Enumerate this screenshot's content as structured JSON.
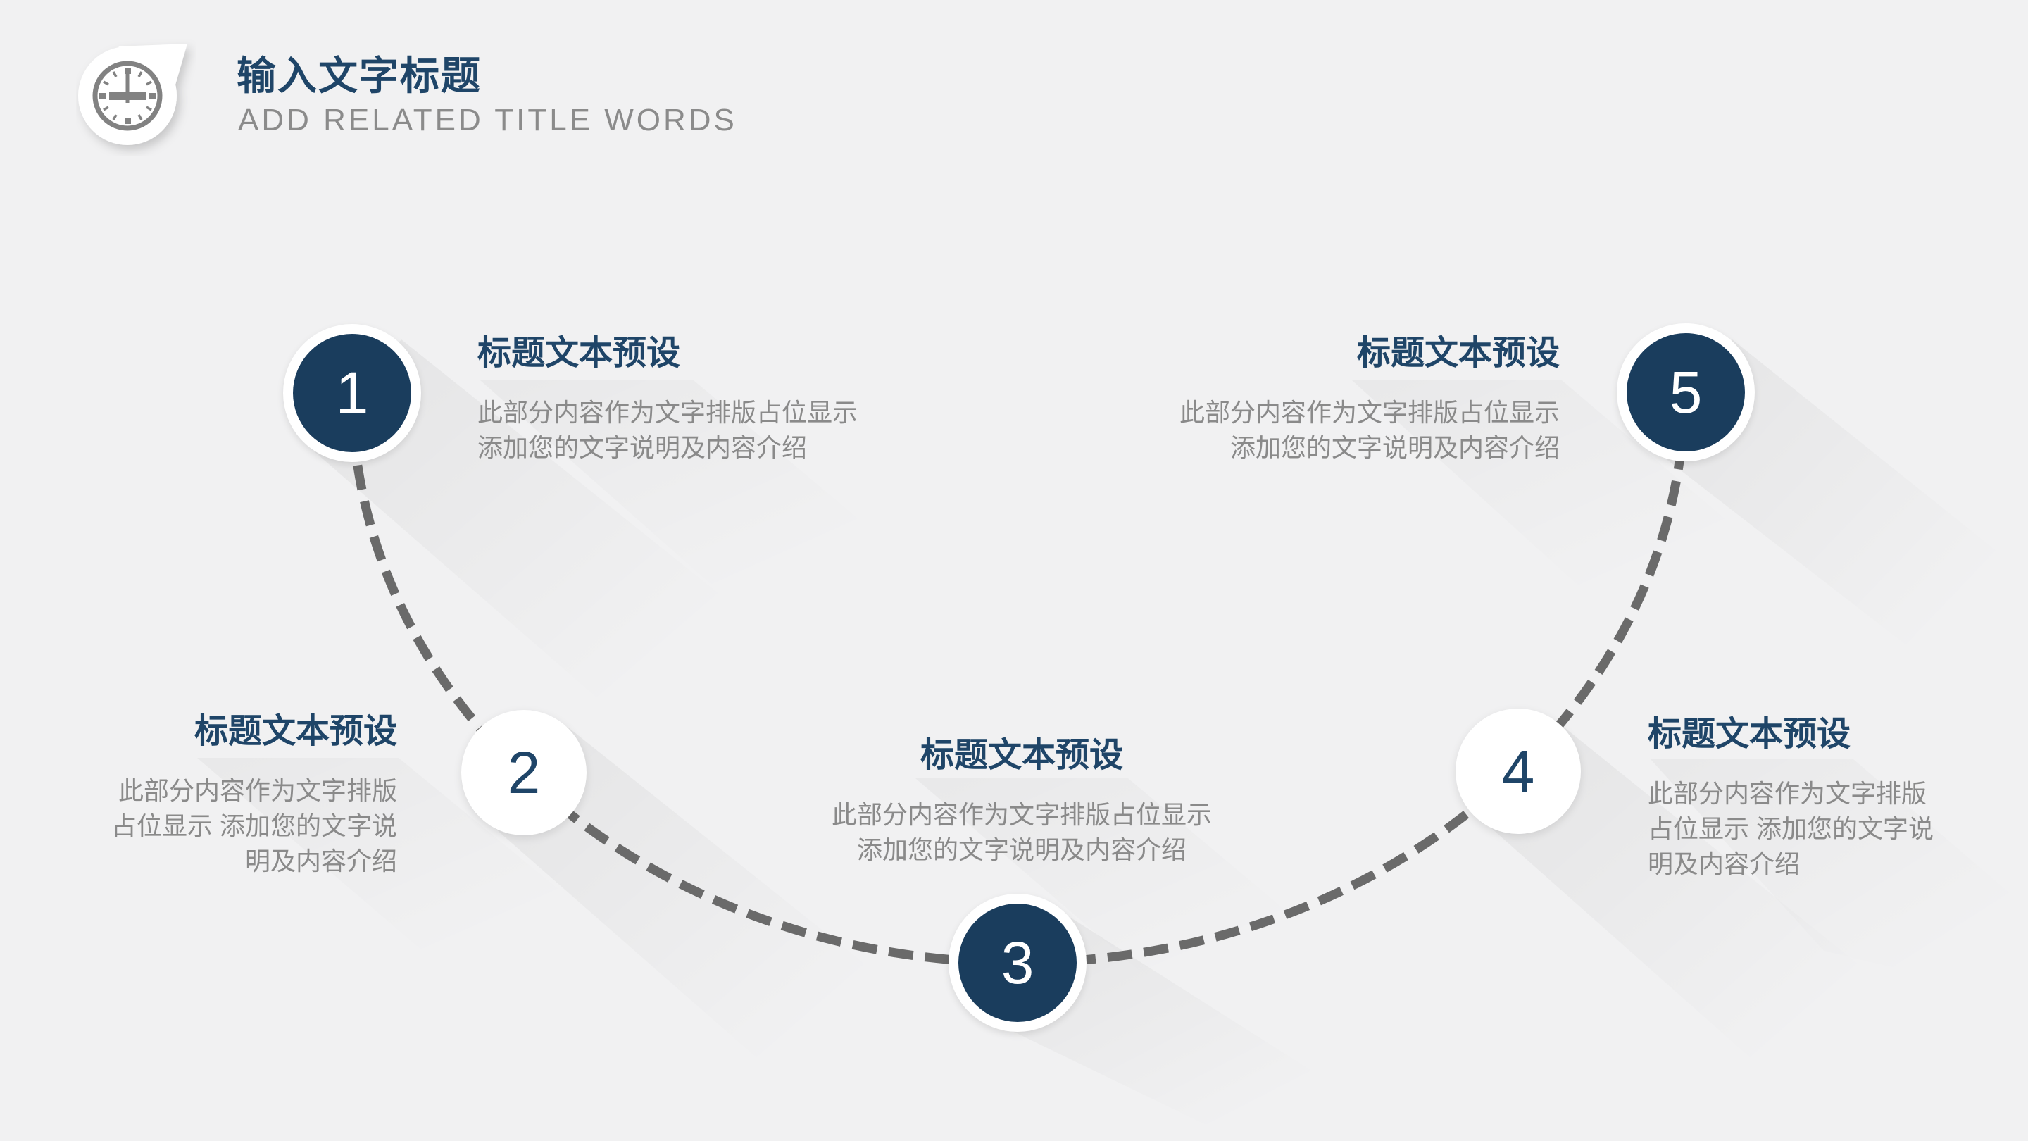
{
  "slide": {
    "header": {
      "icon": "clock",
      "title": "输入文字标题",
      "subtitle": "ADD RELATED TITLE WORDS"
    },
    "steps": [
      {
        "number": "1",
        "style": "dark",
        "title": "标题文本预设",
        "description": "此部分内容作为文字排版占位显示 添加您的文字说明及内容介绍"
      },
      {
        "number": "2",
        "style": "light",
        "title": "标题文本预设",
        "description": "此部分内容作为文字排版占位显示 添加您的文字说明及内容介绍"
      },
      {
        "number": "3",
        "style": "dark",
        "title": "标题文本预设",
        "description": "此部分内容作为文字排版占位显示 添加您的文字说明及内容介绍"
      },
      {
        "number": "4",
        "style": "light",
        "title": "标题文本预设",
        "description": "此部分内容作为文字排版占位显示 添加您的文字说明及内容介绍"
      },
      {
        "number": "5",
        "style": "dark",
        "title": "标题文本预设",
        "description": "此部分内容作为文字排版占位显示 添加您的文字说明及内容介绍"
      }
    ],
    "colors": {
      "background": "#f1f1f2",
      "accent_navy": "#1a3d5d",
      "title_navy": "#1f4568",
      "body_gray": "#8a8a8a",
      "subtitle_gray": "#8b8b8b",
      "dash_gray": "#6a6a6a"
    }
  }
}
